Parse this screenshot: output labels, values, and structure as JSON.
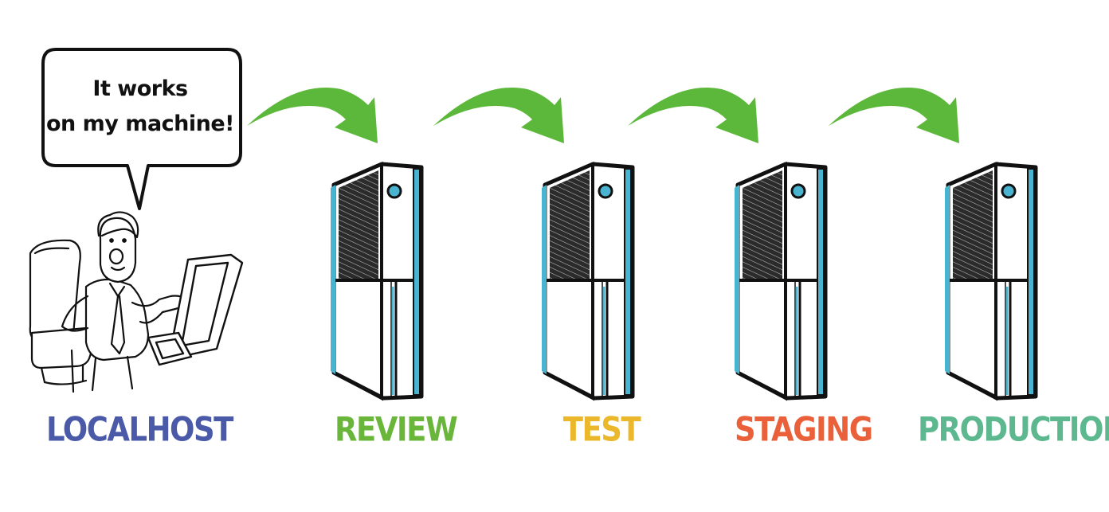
{
  "speech_bubble": {
    "line1": "It works",
    "line2": "on my machine!"
  },
  "stages": [
    {
      "label": "LOCALHOST",
      "color": "#4a5aa8"
    },
    {
      "label": "REVIEW",
      "color": "#69b63a"
    },
    {
      "label": "TEST",
      "color": "#eab82a"
    },
    {
      "label": "STAGING",
      "color": "#e9603a"
    },
    {
      "label": "PRODUCTION",
      "color": "#5db88f"
    }
  ],
  "colors": {
    "arrow": "#5cb83a",
    "server_accent": "#4ab3cf",
    "outline": "#111111"
  },
  "icons": [
    "developer-figure",
    "office-chair",
    "desktop-monitor",
    "server-tower",
    "flow-arrow"
  ]
}
